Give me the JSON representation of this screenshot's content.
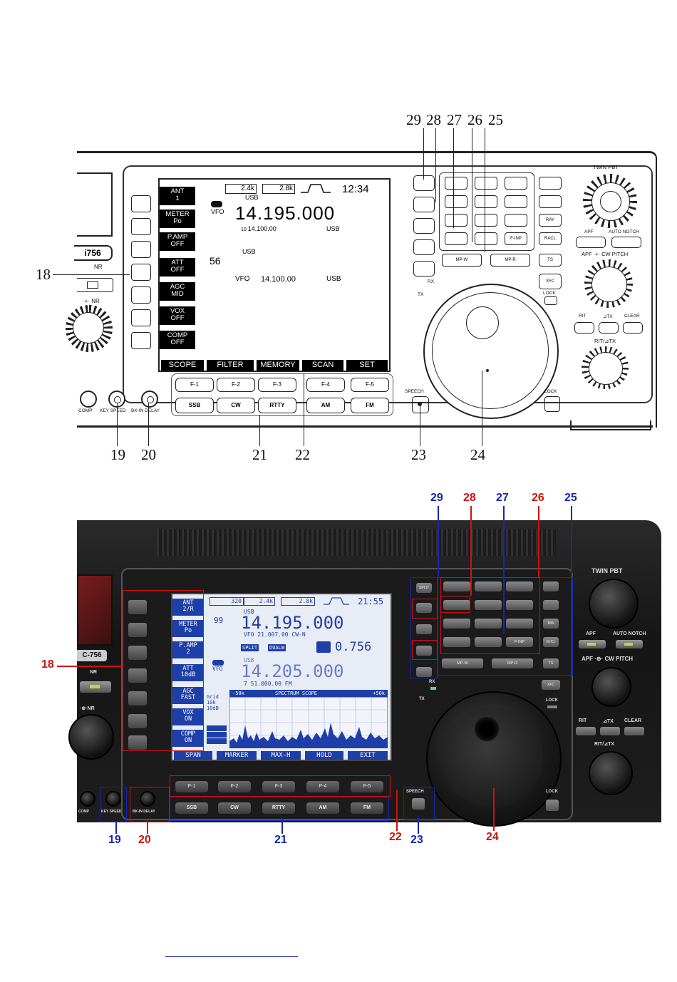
{
  "top": {
    "callouts": {
      "n29": "29",
      "n28": "28",
      "n27": "27",
      "n26": "26",
      "n25": "25",
      "n18": "18",
      "n19": "19",
      "n20": "20",
      "n21": "21",
      "n22": "22",
      "n23": "23",
      "n24": "24"
    },
    "model": "i756",
    "labels": {
      "twin_pbt": "TWIN PBT",
      "apf": "APF",
      "auto_notch": "AUTO NOTCH",
      "apf_cw": "APF ·+· CW PITCH",
      "rit": "RIT",
      "dtx": "⊿TX",
      "clear": "CLEAR",
      "rit_dtx": "RIT/⊿TX",
      "lock": "LOCK",
      "lock2": "LOCK",
      "rx": "RX",
      "tx": "TX",
      "speech": "SPEECH",
      "nr": "NR",
      "nr2": "·+· NR",
      "comp": "COMP",
      "key_speed": "KEY SPEED",
      "bkin": "BK-IN DELAY"
    },
    "lcd": {
      "filter1": "2.4k",
      "filter2": "2.8k",
      "clock": "12:34",
      "mode_top": "USB",
      "vfo": "VFO",
      "freq_main": "14.195.000",
      "sub_line": "14.100.00",
      "sub_mode": "USB",
      "memch": "56",
      "mode_mid": "USB",
      "vfo2": "VFO",
      "freq2": "14.100.00",
      "mode2": "USB",
      "keys": [
        {
          "l1": "ANT",
          "l2": "1"
        },
        {
          "l1": "METER",
          "l2": "Po"
        },
        {
          "l1": "P.AMP",
          "l2": "OFF"
        },
        {
          "l1": "ATT",
          "l2": "OFF"
        },
        {
          "l1": "AGC",
          "l2": "MID"
        },
        {
          "l1": "VOX",
          "l2": "OFF"
        },
        {
          "l1": "COMP",
          "l2": "OFF"
        }
      ],
      "tabs": [
        "SCOPE",
        "FILTER",
        "MEMORY",
        "SCAN",
        "SET"
      ]
    },
    "fkeys": [
      "F-1",
      "F-2",
      "F-3",
      "F-4",
      "F-5"
    ],
    "modes": [
      "SSB",
      "CW",
      "RTTY",
      "AM",
      "FM"
    ],
    "right_btns": [
      "MP-W",
      "MP-R",
      "TS",
      "XFC",
      "RAY",
      "RACL",
      "F-INP"
    ]
  },
  "bottom": {
    "callouts": {
      "n29": "29",
      "n28": "28",
      "n27": "27",
      "n26": "26",
      "n25": "25",
      "n18": "18",
      "n19": "19",
      "n20": "20",
      "n21": "21",
      "n22": "22",
      "n23": "23",
      "n24": "24"
    },
    "model": "C-756",
    "labels": {
      "twin_pbt": "TWIN PBT",
      "apf": "APF",
      "auto_notch": "AUTO NOTCH",
      "apf_cw": "APF ·⊕· CW PITCH",
      "rit": "RIT",
      "dtx": "⊿TX",
      "clear": "CLEAR",
      "rit_dtx": "RIT/⊿TX",
      "xfc": "XFC",
      "lock": "LOCK",
      "lock2": "LOCK",
      "rx": "RX",
      "tx": "TX",
      "speech": "SPEECH",
      "nr": "NR",
      "nr2": "·⊕·NR",
      "comp": "COMP",
      "key_speed": "KEY SPEED",
      "bkin": "BK-IN DELAY"
    },
    "lcd": {
      "filter0": "320",
      "filter1": "2.4k",
      "filter2": "2.8k",
      "clock": "21:55",
      "memch": "99",
      "mode_top": "USB",
      "freq_main": "14.195.000",
      "vfo_line": "VFO 21.007.00 CW-N",
      "split": "SPLIT",
      "dualw": "DUALW",
      "swr": "0.756",
      "vfo2": "VFO",
      "mode2": "USB",
      "freq2": "14.205.000",
      "mem_line": "7  51.000.00 FM",
      "scope_left": "-50k",
      "scope_title": "SPECTRUM SCOPE",
      "scope_right": "+50k",
      "grid": "Grid",
      "grid2": "10k",
      "grid3": "10dB",
      "keys": [
        {
          "l1": "ANT",
          "l2": "2/R"
        },
        {
          "l1": "METER",
          "l2": "Po"
        },
        {
          "l1": "P.AMP",
          "l2": "2"
        },
        {
          "l1": "ATT",
          "l2": "10dB"
        },
        {
          "l1": "AGC",
          "l2": "FAST"
        },
        {
          "l1": "VOX",
          "l2": "ON"
        },
        {
          "l1": "COMP",
          "l2": "ON"
        }
      ],
      "tabs": [
        "SPAN",
        "MARKER",
        "MAX-H",
        "HOLD",
        "EXIT"
      ]
    },
    "fkeys": [
      "F-1",
      "F-2",
      "F-3",
      "F-4",
      "F-5"
    ],
    "modes": [
      "SSB",
      "CW",
      "RTTY",
      "AM",
      "FM"
    ],
    "right_btns": [
      "MP-W",
      "MP-R",
      "TS",
      "SPLIT",
      "MW",
      "M-CL",
      "F-INP"
    ]
  },
  "colors": {
    "red": "#d01010",
    "blue": "#1428b4",
    "lcd_key_blue": "#1f3fa8"
  }
}
